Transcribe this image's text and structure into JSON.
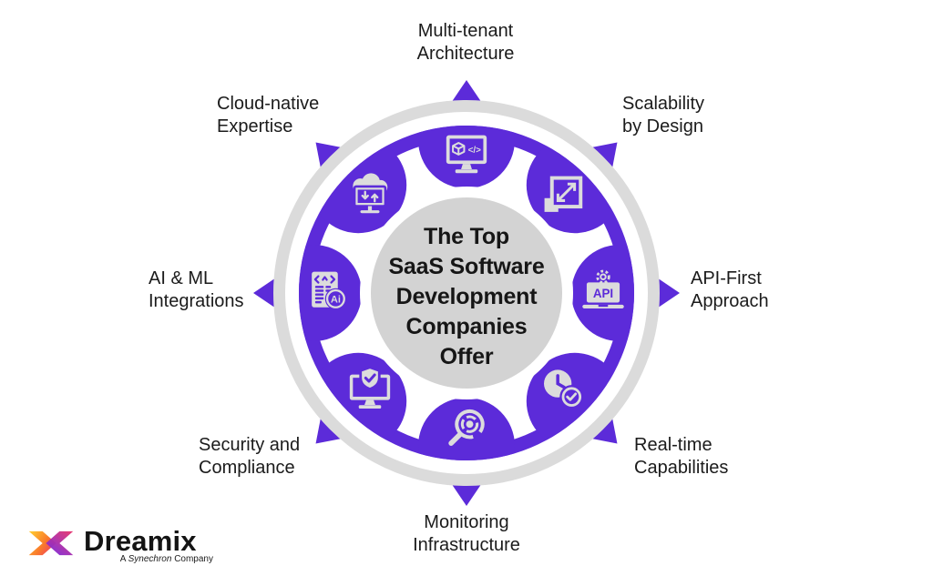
{
  "title": {
    "lines": [
      "The Top",
      "SaaS Software",
      "Development",
      "Companies",
      "Offer"
    ]
  },
  "items": [
    {
      "id": "multi-tenant-architecture",
      "line1": "Multi-tenant",
      "line2": "Architecture"
    },
    {
      "id": "scalability-by-design",
      "line1": "Scalability",
      "line2": "by Design"
    },
    {
      "id": "api-first-approach",
      "line1": "API-First",
      "line2": "Approach"
    },
    {
      "id": "real-time-capabilities",
      "line1": "Real-time",
      "line2": "Capabilities"
    },
    {
      "id": "monitoring-infrastructure",
      "line1": "Monitoring",
      "line2": "Infrastructure"
    },
    {
      "id": "security-and-compliance",
      "line1": "Security and",
      "line2": "Compliance"
    },
    {
      "id": "ai-ml-integrations",
      "line1": "AI & ML",
      "line2": "Integrations"
    },
    {
      "id": "cloud-native-expertise",
      "line1": "Cloud-native",
      "line2": "Expertise"
    }
  ],
  "icon_glyphs": {
    "code": "</>",
    "api": "API",
    "ai": "Ai"
  },
  "logo": {
    "brand": "Dreamix",
    "tagline_a": "A",
    "tagline_brand": "Synechron",
    "tagline_company": "Company"
  },
  "colors": {
    "purple": "#5C2BD9",
    "ring_gray": "#DBDBDB",
    "center_gray": "#D3D3D3",
    "icon_light": "#DCDCDC",
    "text": "#1B1B1B"
  }
}
